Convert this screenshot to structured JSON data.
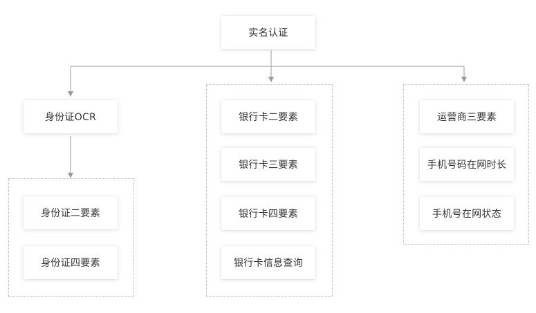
{
  "root": {
    "label": "实名认证"
  },
  "branches": [
    {
      "label": "身份证OCR",
      "children": [
        "身份证二要素",
        "身份证四要素"
      ]
    },
    {
      "children": [
        "银行卡二要素",
        "银行卡三要素",
        "银行卡四要素",
        "银行卡信息查询"
      ]
    },
    {
      "children": [
        "运营商三要素",
        "手机号码在网时长",
        "手机号在网状态"
      ]
    }
  ],
  "colors": {
    "line": "#999999",
    "group_border": "#b9b9b9",
    "text": "#333333",
    "background": "#ffffff"
  }
}
